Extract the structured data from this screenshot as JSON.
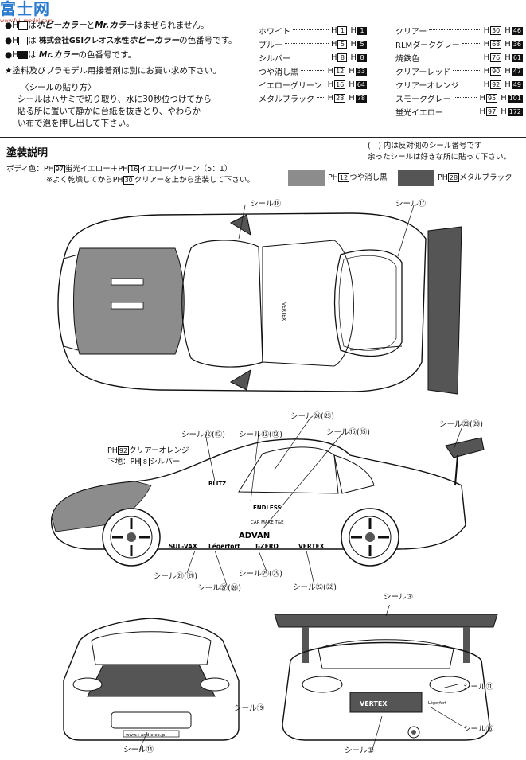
{
  "watermark": {
    "brand": "富士网",
    "url": "www.fuji-model.com"
  },
  "header_notes": {
    "line1": {
      "prefix": "●H",
      "mid": "は",
      "brand": "ホビーカラー",
      "and": "と",
      "brand2": "Mr.カラー",
      "suffix": "はまぜられません。"
    },
    "line2": {
      "prefix": "●H",
      "mid": "は",
      "company": "株式会社GSIクレオス水性",
      "brand": "ホビーカラー",
      "suffix": "の色番号です。"
    },
    "line3": {
      "prefix": "●H",
      "mid": "は",
      "brand": "Mr.カラー",
      "suffix": "の色番号です。"
    },
    "line4": "★塗料及びプラモデル用接着剤は別にお買い求め下さい。",
    "decal_title": "〈シールの貼り方〉",
    "decal_lines": [
      "シールはハサミで切り取り、水に30秒位つけてから",
      "貼る所に置いて静かに台紙を抜きとり、やわらか",
      "い布で泡を押し出して下さい。"
    ]
  },
  "color_table_left": [
    {
      "name": "ホワイト",
      "h": "1",
      "m": "1"
    },
    {
      "name": "ブルー",
      "h": "5",
      "m": "5"
    },
    {
      "name": "シルバー",
      "h": "8",
      "m": "8"
    },
    {
      "name": "つや消し黒",
      "h": "12",
      "m": "33"
    },
    {
      "name": "イエローグリーン",
      "h": "16",
      "m": "64"
    },
    {
      "name": "メタルブラック",
      "h": "28",
      "m": "78"
    }
  ],
  "color_table_right": [
    {
      "name": "クリアー",
      "h": "30",
      "m": "46"
    },
    {
      "name": "RLMダークグレー",
      "h": "68",
      "m": "36"
    },
    {
      "name": "焼鉄色",
      "h": "76",
      "m": "61"
    },
    {
      "name": "クリアーレッド",
      "h": "90",
      "m": "47"
    },
    {
      "name": "クリアーオレンジ",
      "h": "92",
      "m": "49"
    },
    {
      "name": "スモークグレー",
      "h": "95",
      "m": "101"
    },
    {
      "name": "蛍光イエロー",
      "h": "97",
      "m": "172"
    }
  ],
  "h_letter": "H",
  "painting": {
    "title": "塗装説明",
    "note_right1": "(　) 内は反対側のシール番号です",
    "note_right2": "余ったシールは好きな所に貼って下さい。",
    "body_color": "ボディ色：",
    "body_formula": "蛍光イエロー＋",
    "body_formula2": "イエローグリーン（5：1）",
    "body_h1": "97",
    "body_h2": "16",
    "note_dry": "※よく乾燥してから",
    "note_dry2": "クリアーを上から塗装して下さい。",
    "note_h": "30",
    "legend_matte_label": "つや消し黒",
    "legend_matte_h": "12",
    "legend_metal_label": "メタルブラック",
    "legend_metal_h": "28",
    "ph": "PH",
    "colors": {
      "matte": "#8c8c8c",
      "metal": "#555555"
    }
  },
  "side_note": {
    "line1": "クリアーオレンジ",
    "line2": "下地：",
    "line2b": "シルバー",
    "h1": "92",
    "h2": "8"
  },
  "callouts": {
    "top_18": "シール⑱",
    "top_17": "シール⑰",
    "side_12": "シール⑫(⑫)",
    "side_13": "シール⑬(⑬)",
    "side_24": "シール㉔(㉓)",
    "side_15": "シール⑮(⑮)",
    "side_20": "シール⑳(⑳)",
    "side_21": "シール㉑(㉑)",
    "side_27": "シール㉗(㉖)",
    "side_25": "シール㉕(㉕)",
    "side_22": "シール㉒(㉒)",
    "front_14": "シール⑭",
    "front_19": "シール⑲",
    "rear_3": "シール③",
    "rear_11": "シール⑪",
    "rear_1": "シール①",
    "rear_16": "シール⑯"
  },
  "decal_texts": {
    "vertex": "VERTEX",
    "blitz": "BLITZ",
    "endless": "ENDLESS",
    "advan": "ADVAN",
    "sulvax": "SUL-VAX",
    "legerfort": "Légerfort",
    "tzero": "T-ZERO",
    "vertex2": "VERTEX",
    "carmake": "CAR MAKE T&E",
    "url": "www.t-and-e.co.jp",
    "legerfort_small": "Légerfort"
  }
}
